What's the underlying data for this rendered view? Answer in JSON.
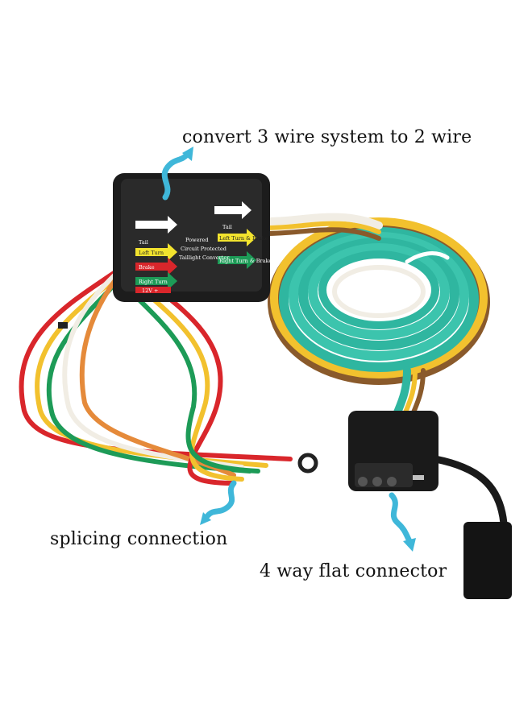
{
  "captions": {
    "top": "convert 3 wire system to 2 wire",
    "splice": "splicing connection",
    "flat": "4 way flat connector"
  },
  "module_labels": {
    "tail_left": "Tail",
    "left_turn": "Left Turn",
    "brake": "Brake",
    "right_turn": "Right Turn",
    "twelve_v": "12V +",
    "tail_right": "Tail",
    "left_turn_brake": "Left Turn & Brake",
    "right_turn_brake": "Right Turn & Brake",
    "center_line1": "Powered",
    "center_line2": "Circuit Protected",
    "center_line3": "Taillight Converter"
  },
  "colors": {
    "arrow": "#3fb7d9",
    "module": "#1c1c1c",
    "cable_green": "#2fb6a0",
    "wire_red": "#d9262b",
    "wire_yellow": "#f2c12e",
    "wire_brown": "#8a5a2b",
    "wire_white": "#f1ede4",
    "wire_green": "#1d9b57",
    "wire_orange": "#e58a3a"
  },
  "icons": [
    "wavy-arrow-icon"
  ]
}
